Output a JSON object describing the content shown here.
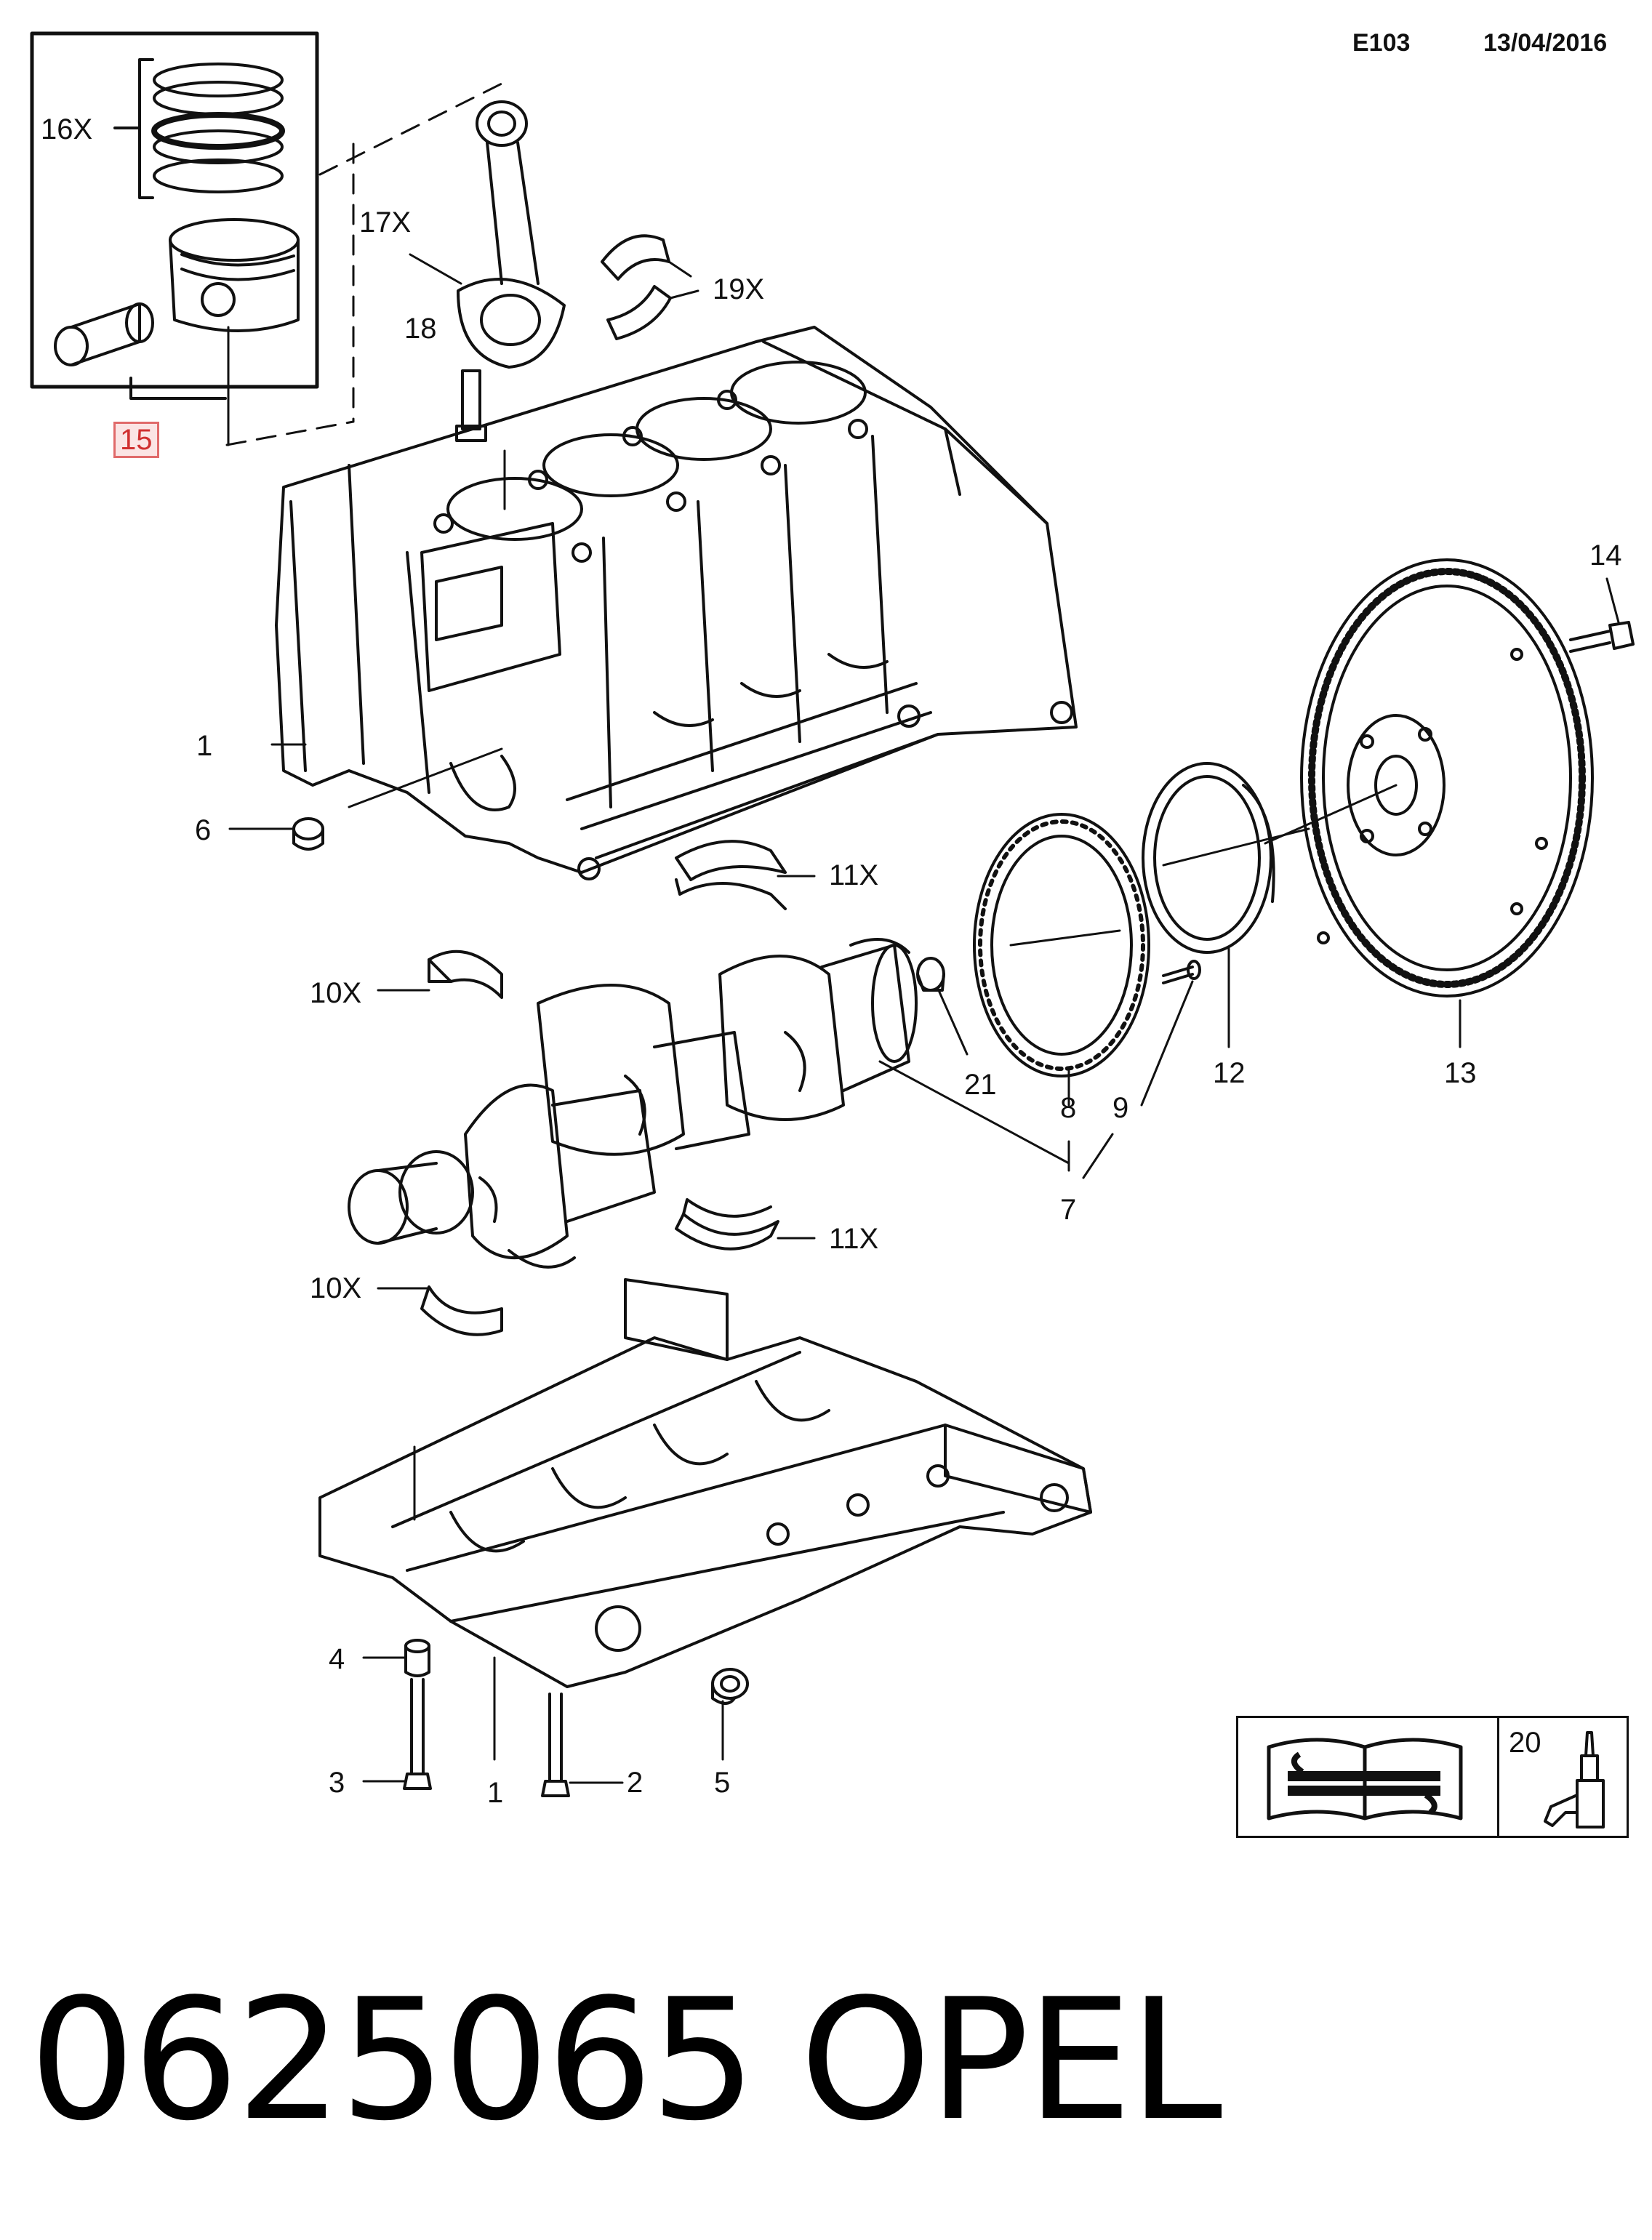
{
  "header": {
    "diagram_code": "E103",
    "date": "13/04/2016"
  },
  "callouts": {
    "c1_block": "1",
    "c1_lower": "1",
    "c2": "2",
    "c3": "3",
    "c4": "4",
    "c5": "5",
    "c6": "6",
    "c7": "7",
    "c8": "8",
    "c9": "9",
    "c10x_upper": "10X",
    "c10x_lower": "10X",
    "c11x_upper": "11X",
    "c11x_lower": "11X",
    "c12": "12",
    "c13": "13",
    "c14": "14",
    "c15": "15",
    "c16x": "16X",
    "c17x": "17X",
    "c18": "18",
    "c19x": "19X",
    "c20": "20",
    "c21": "21"
  },
  "highlight": {
    "selected_callout": "15",
    "color": "#d03030"
  },
  "legend": {
    "icons": [
      "repair-manual-icon",
      "sealant-tube-icon"
    ]
  },
  "footer": {
    "part_number": "0625065",
    "brand": "OPEL"
  }
}
